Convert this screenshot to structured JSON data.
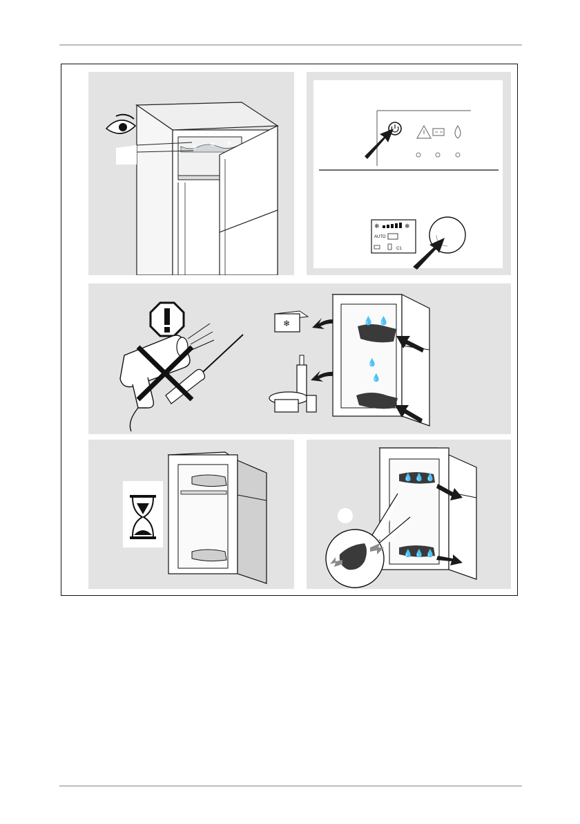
{
  "page": {
    "header_rule": "",
    "footer_rule": ""
  },
  "figure": {
    "panels": [
      {
        "id": "a",
        "subject": "check-freezer-ice-buildup"
      },
      {
        "id": "b",
        "subject": "switch-off-power-buttons"
      },
      {
        "id": "c",
        "subject": "no-heat-gun-or-sharp-tools-remove-food-place-towels"
      },
      {
        "id": "d",
        "subject": "wait-for-ice-to-melt"
      },
      {
        "id": "e",
        "subject": "remove-wet-towels-wipe-dry"
      }
    ],
    "display_labels": {
      "auto": "AUTO",
      "code": "C1"
    }
  },
  "colors": {
    "panel_bg": "#e3e3e3",
    "inner_white": "#ffffff",
    "towel": "#3a3a3a",
    "arrow": "#1a1a1a",
    "grey_fill": "#cfcfcf"
  }
}
